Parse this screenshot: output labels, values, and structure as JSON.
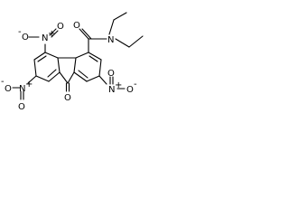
{
  "molecule": {
    "atoms": {
      "nitro_top": {
        "n": "N",
        "plus": "+",
        "o_left": "O",
        "minus": "-",
        "o_right": "O"
      },
      "nitro_left": {
        "minus": "-",
        "o": "O",
        "n": "N",
        "plus": "+",
        "o_down": "O"
      },
      "nitro_right": {
        "o_up": "O",
        "n": "N",
        "plus": "+",
        "o": "O",
        "minus": "-"
      },
      "ketone_o": "O",
      "amide_o": "O",
      "amide_n": "N"
    }
  }
}
